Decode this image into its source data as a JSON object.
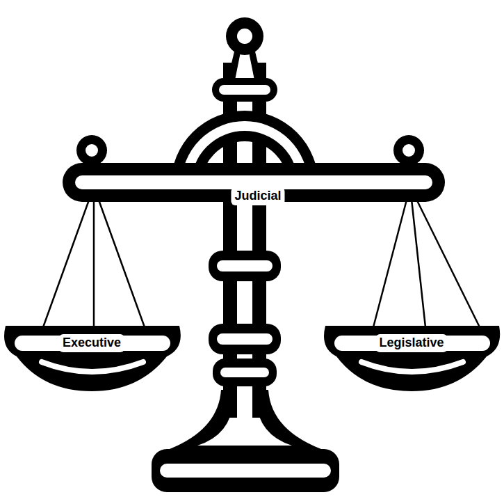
{
  "diagram": {
    "labels": [
      "Judicial",
      "Executive",
      "Legislative"
    ]
  }
}
